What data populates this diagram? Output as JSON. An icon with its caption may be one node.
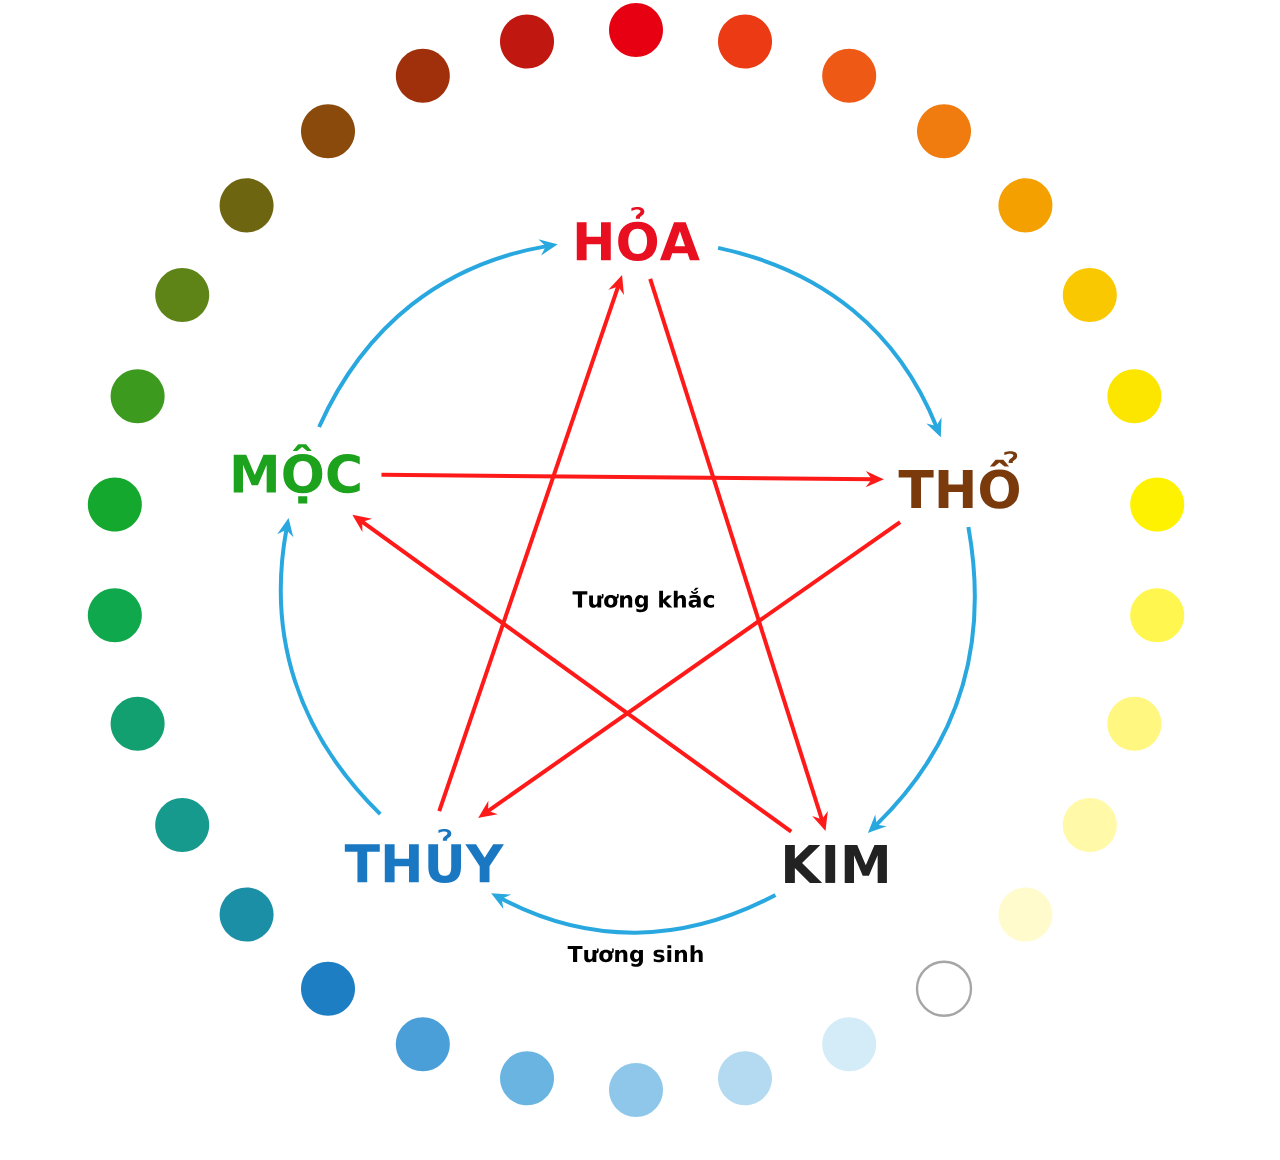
{
  "diagram": {
    "nodes": [
      {
        "text": [
          "HỎA"
        ]
      },
      {
        "text": [
          "THỔ"
        ]
      },
      {
        "text": [
          "KIM"
        ]
      },
      {
        "text": [
          "THỦY"
        ]
      },
      {
        "text": [
          "MỘC"
        ]
      }
    ],
    "edges": [
      {
        "from": 0,
        "to": 1,
        "arrow": "to",
        "color": "#29a8e0"
      },
      {
        "from": 1,
        "to": 2,
        "arrow": "to",
        "color": "#29a8e0"
      },
      {
        "from": 2,
        "to": 3,
        "arrow": "to",
        "color": "#29a8e0"
      },
      {
        "from": 3,
        "to": 4,
        "arrow": "to",
        "color": "#29a8e0"
      },
      {
        "from": 4,
        "to": 0,
        "arrow": "to",
        "color": "#29a8e0"
      },
      {
        "from": 0,
        "to": 2,
        "arrow": "to",
        "color": "#ff1a1a"
      },
      {
        "from": 2,
        "to": 4,
        "arrow": "to",
        "color": "#ff1a1a"
      },
      {
        "from": 4,
        "to": 1,
        "arrow": "to",
        "color": "#ff1a1a"
      },
      {
        "from": 1,
        "to": 3,
        "arrow": "to",
        "color": "#ff1a1a"
      },
      {
        "from": 3,
        "to": 0,
        "arrow": "to",
        "color": "#ff1a1a"
      }
    ],
    "labels": [
      "Tương khắc",
      "Tương sinh"
    ]
  }
}
